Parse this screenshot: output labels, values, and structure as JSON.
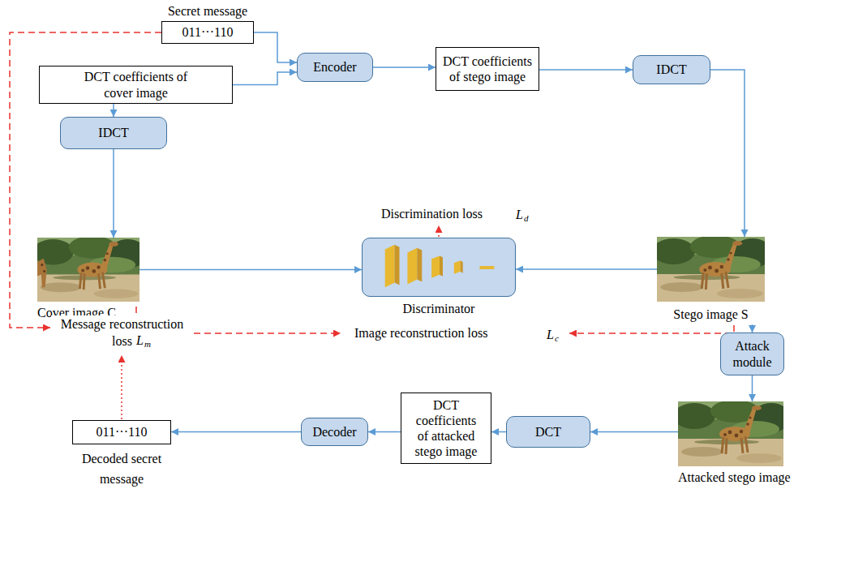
{
  "diagram": {
    "nodes": [
      {
        "text": [
          "Secret message",
          "011···110"
        ]
      },
      {
        "text": [
          "DCT coefficients of cover image"
        ]
      },
      {
        "text": [
          "Encoder"
        ]
      },
      {
        "text": [
          "DCT coefficients of stego image"
        ]
      },
      {
        "text": [
          "IDCT"
        ]
      },
      {
        "text": [
          "IDCT"
        ]
      },
      {
        "text": [
          "Cover image C"
        ]
      },
      {
        "text": [
          "Discriminator"
        ]
      },
      {
        "text": [
          "Stego image S"
        ]
      },
      {
        "text": [
          "Attack module"
        ]
      },
      {
        "text": [
          "Attacked stego image"
        ]
      },
      {
        "text": [
          "DCT coefficients of attacked stego image"
        ]
      },
      {
        "text": [
          "DCT"
        ]
      },
      {
        "text": [
          "Decoder"
        ]
      },
      {
        "text": [
          "011···110",
          "Decoded secret message"
        ]
      }
    ],
    "edges": [
      {
        "from": 0,
        "to": 2,
        "arrow": "to"
      },
      {
        "from": 1,
        "to": 2,
        "arrow": "to"
      },
      {
        "from": 2,
        "to": 3,
        "arrow": "to"
      },
      {
        "from": 3,
        "to": 4,
        "arrow": "to"
      },
      {
        "from": 4,
        "to": 8,
        "arrow": "to"
      },
      {
        "from": 1,
        "to": 5,
        "arrow": "to"
      },
      {
        "from": 5,
        "to": 6,
        "arrow": "to"
      },
      {
        "from": 6,
        "to": 7,
        "arrow": "to"
      },
      {
        "from": 8,
        "to": 7,
        "arrow": "to"
      },
      {
        "from": 8,
        "to": 9,
        "arrow": "to"
      },
      {
        "from": 9,
        "to": 10,
        "arrow": "to"
      },
      {
        "from": 10,
        "to": 12,
        "arrow": "to"
      },
      {
        "from": 12,
        "to": 11,
        "arrow": "to"
      },
      {
        "from": 11,
        "to": 13,
        "arrow": "to"
      },
      {
        "from": 13,
        "to": 14,
        "arrow": "to"
      }
    ],
    "labels": [
      "Discrimination loss",
      "Ld",
      "Image reconstruction loss",
      "Lc",
      "Message reconstruction loss",
      "Lm"
    ]
  }
}
